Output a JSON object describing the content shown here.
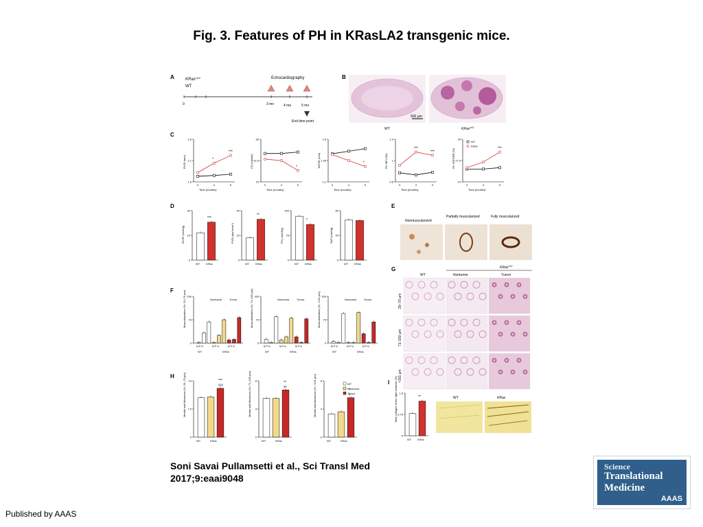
{
  "title": "Fig. 3. Features of PH in KRasLA2 transgenic mice.",
  "citation": {
    "line1": "Soni Savai Pullamsetti et al., Sci Transl Med",
    "line2": "2017;9:eaai9048"
  },
  "publisher": "Published by AAAS",
  "logo": {
    "line1": "Science",
    "line2": "Translational",
    "line3": "Medicine",
    "badge": "AAAS"
  },
  "colors": {
    "wt": "#000000",
    "kras": "#d2322d",
    "nontumor": "#f3d98a",
    "tumor": "#c62828",
    "logo_blue": "#2f5f8a",
    "stain_pink": "#c97fb2"
  },
  "figure": {
    "panels": {
      "A": "A",
      "B": "B",
      "C": "C",
      "D": "D",
      "E": "E",
      "F": "F",
      "G": "G",
      "H": "H",
      "I": "I"
    },
    "panelA": {
      "kras": "KRas",
      "kras_sup": "LA2",
      "wt": "WT",
      "echo": "Echocardiography",
      "ticks": [
        "0",
        "3 mo",
        "4 mo",
        "5 mo"
      ],
      "end": "End time point"
    },
    "panelB": {
      "scale": "500 µm",
      "wt": "WT",
      "kras": "KRas",
      "kras_sup": "LA2"
    },
    "panelC": {
      "xlabel": "Time (months)",
      "ylabels": [
        "RVID (mm)",
        "CO (ml/min)",
        "TAPSE (mm)",
        "RV MPI (Tei)",
        "RV IVRT/RR (%)"
      ],
      "legend": [
        "WT",
        "KRas"
      ],
      "legend_sup": "LA2"
    },
    "panelD": {
      "ylabels": [
        "RVSP (mmHg)",
        "PVR (dyn*s/cm⁵)",
        "PO₂ (mmHg)",
        "SAP (mmHg)"
      ],
      "x": [
        "WT",
        "KRas"
      ],
      "sup": "LA2"
    },
    "panelE": {
      "labels": [
        "Nonmuscularized",
        "Partially muscularized",
        "Fully muscularized"
      ]
    },
    "panelF": {
      "ylabels": [
        "Muscularization (%; 20–70 µm)",
        "Muscularization (%; 71–150 µm)",
        "Muscularization (%; >151 µm)"
      ],
      "groups": [
        "Nontumor",
        "Tumor"
      ],
      "x": [
        "WT",
        "KRas"
      ],
      "mpn": "M P N"
    },
    "panelG": {
      "header": "KRas",
      "header_sup": "LA2",
      "cols": [
        "WT",
        "Nontumor",
        "Tumor"
      ],
      "rows": [
        "20–70 µm",
        "71–150 µm",
        ">151 µm"
      ]
    },
    "panelH": {
      "ylabels": [
        "Medial wall thickness (%; 20–70 µm)",
        "Medial wall thickness (%; 71–150 µm)",
        "Medial wall thickness (%; >151 µm)"
      ],
      "legend": [
        "WT",
        "Nontumor",
        "Tumor"
      ],
      "x": [
        "WT",
        "KRas"
      ],
      "sup": "LA2"
    },
    "panelI": {
      "ylabel": "Total collagen of the right ventricle (%)",
      "x": [
        "WT",
        "KRas"
      ],
      "sup": "LA2",
      "img_labels": [
        "WT",
        "KRas"
      ]
    }
  },
  "chart_data": [
    {
      "type": "line",
      "panel": "C",
      "ylabel": "RVID (mm)",
      "xlabel": "Time (months)",
      "x": [
        3,
        4,
        5
      ],
      "ylim": [
        1.6,
        2.6
      ],
      "series": [
        {
          "name": "WT",
          "values": [
            1.73,
            1.75,
            1.78
          ]
        },
        {
          "name": "KRas",
          "values": [
            1.82,
            2.04,
            2.22
          ]
        }
      ],
      "annotations": [
        "*",
        "***"
      ]
    },
    {
      "type": "line",
      "panel": "C",
      "ylabel": "CO (ml/min)",
      "xlabel": "Time (months)",
      "x": [
        3,
        4,
        5
      ],
      "ylim": [
        15,
        30
      ],
      "series": [
        {
          "name": "WT",
          "values": [
            25,
            25,
            25.5
          ]
        },
        {
          "name": "KRas",
          "values": [
            23,
            22.5,
            19
          ]
        }
      ],
      "annotations": [
        "*"
      ]
    },
    {
      "type": "line",
      "panel": "C",
      "ylabel": "TAPSE (mm)",
      "xlabel": "Time (months)",
      "x": [
        3,
        4,
        5
      ],
      "ylim": [
        1.1,
        1.6
      ],
      "series": [
        {
          "name": "WT",
          "values": [
            1.43,
            1.46,
            1.49
          ]
        },
        {
          "name": "KRas",
          "values": [
            1.42,
            1.35,
            1.28
          ]
        }
      ],
      "annotations": [
        "*"
      ]
    },
    {
      "type": "line",
      "panel": "C",
      "ylabel": "RV MPI (Tei)",
      "xlabel": "Time (months)",
      "x": [
        3,
        4,
        5
      ],
      "ylim": [
        0.6,
        1.4
      ],
      "series": [
        {
          "name": "WT",
          "values": [
            0.77,
            0.73,
            0.78
          ]
        },
        {
          "name": "KRas",
          "values": [
            0.91,
            1.16,
            1.1
          ]
        }
      ],
      "annotations": [
        "***",
        "***"
      ]
    },
    {
      "type": "line",
      "panel": "C",
      "ylabel": "RV IVRT/RR (%)",
      "xlabel": "Time (months)",
      "x": [
        3,
        4,
        5
      ],
      "ylim": [
        10,
        25
      ],
      "series": [
        {
          "name": "WT",
          "values": [
            14.5,
            14.5,
            15
          ]
        },
        {
          "name": "KRas",
          "values": [
            15,
            17,
            20.5
          ]
        }
      ],
      "annotations": [
        "***"
      ]
    },
    {
      "type": "bar",
      "panel": "D",
      "ylabel": "RVSP (mmHg)",
      "categories": [
        "WT",
        "KRas"
      ],
      "values": [
        16.5,
        23
      ],
      "ylim": [
        0,
        30
      ],
      "annotations": [
        "***"
      ]
    },
    {
      "type": "bar",
      "panel": "D",
      "ylabel": "PVR (dyn*s/cm⁵)",
      "categories": [
        "WT",
        "KRas"
      ],
      "values": [
        18,
        33
      ],
      "ylim": [
        0,
        40
      ],
      "annotations": [
        "**"
      ]
    },
    {
      "type": "bar",
      "panel": "D",
      "ylabel": "PO₂ (mmHg)",
      "categories": [
        "WT",
        "KRas"
      ],
      "values": [
        133,
        108
      ],
      "ylim": [
        0,
        150
      ],
      "annotations": [
        "*"
      ]
    },
    {
      "type": "bar",
      "panel": "D",
      "ylabel": "SAP (mmHg)",
      "categories": [
        "WT",
        "KRas"
      ],
      "values": [
        65,
        64
      ],
      "ylim": [
        0,
        80
      ]
    },
    {
      "type": "bar",
      "panel": "F",
      "ylabel": "Muscularization (%; 20–70 µm)",
      "categories": [
        "WT M",
        "WT P",
        "WT N",
        "Nontumor M",
        "Nontumor P",
        "Nontumor N",
        "Tumor M",
        "Tumor P",
        "Tumor N"
      ],
      "values": [
        2,
        33,
        68,
        2,
        25,
        75,
        10,
        12,
        82
      ],
      "ylim": [
        0,
        150
      ]
    },
    {
      "type": "bar",
      "panel": "F",
      "ylabel": "Muscularization (%; 71–150 µm)",
      "categories": [
        "WT M",
        "WT P",
        "WT N",
        "Nontumor M",
        "Nontumor P",
        "Nontumor N",
        "Tumor M",
        "Tumor P",
        "Tumor N"
      ],
      "values": [
        12,
        2,
        85,
        10,
        20,
        80,
        20,
        2,
        78
      ],
      "ylim": [
        0,
        150
      ]
    },
    {
      "type": "bar",
      "panel": "F",
      "ylabel": "Muscularization (%; >151 µm)",
      "categories": [
        "WT M",
        "WT P",
        "WT N",
        "Nontumor M",
        "Nontumor P",
        "Nontumor N",
        "Tumor M",
        "Tumor P",
        "Tumor N"
      ],
      "values": [
        5,
        2,
        95,
        2,
        2,
        98,
        30,
        2,
        68
      ],
      "ylim": [
        0,
        150
      ]
    },
    {
      "type": "bar",
      "panel": "H",
      "ylabel": "Medial wall thickness (%; 20–70 µm)",
      "categories": [
        "WT",
        "Nontumor",
        "Tumor"
      ],
      "values": [
        10.5,
        10.7,
        13
      ],
      "ylim": [
        0,
        15
      ],
      "annotations": [
        "***",
        "§§§"
      ]
    },
    {
      "type": "bar",
      "panel": "H",
      "ylabel": "Medial wall thickness (%; 71–150 µm)",
      "categories": [
        "WT",
        "Nontumor",
        "Tumor"
      ],
      "values": [
        5.5,
        5.5,
        6.7
      ],
      "ylim": [
        0,
        8
      ],
      "annotations": [
        "**",
        "§§"
      ]
    },
    {
      "type": "bar",
      "panel": "H",
      "ylabel": "Medial wall thickness (%; >151 µm)",
      "categories": [
        "WT",
        "Nontumor",
        "Tumor"
      ],
      "values": [
        3.3,
        3.6,
        5.6
      ],
      "ylim": [
        0,
        8
      ],
      "annotations": [
        "*",
        "§"
      ]
    },
    {
      "type": "bar",
      "panel": "I",
      "ylabel": "Total collagen of the right ventricle (%)",
      "categories": [
        "WT",
        "KRas"
      ],
      "values": [
        0.78,
        1.22
      ],
      "ylim": [
        0,
        1.5
      ],
      "annotations": [
        "**"
      ]
    }
  ]
}
